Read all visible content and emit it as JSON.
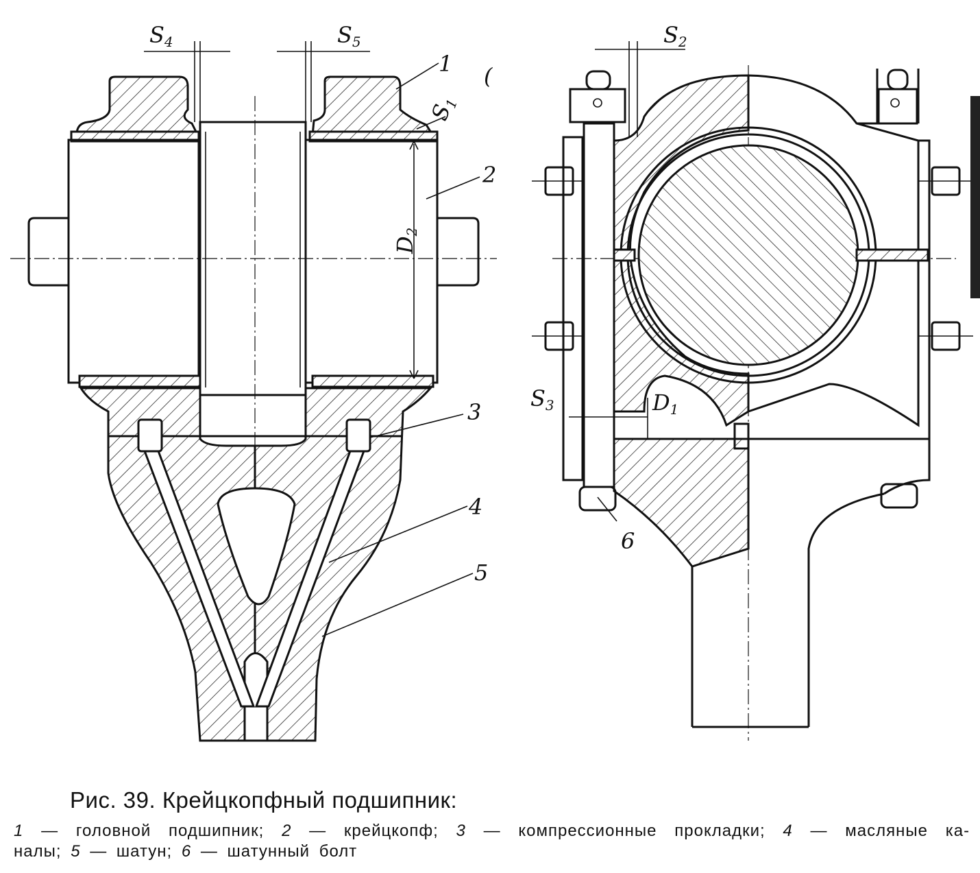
{
  "figure": {
    "caption_title": "Рис. 39. Крейцкопфный подшипник:",
    "legend_line1": [
      {
        "num": "1",
        "text": " — головной подшипник;"
      },
      {
        "num": "2",
        "text": " — крейцкопф;"
      },
      {
        "num": "3",
        "text": " — компрессионные прокладки;"
      },
      {
        "num": "4",
        "text": " — масляные ка-"
      }
    ],
    "legend_line2": [
      {
        "num": "",
        "text": "налы;"
      },
      {
        "num": "5",
        "text": " — шатун;"
      },
      {
        "num": "6",
        "text": " — шатунный болт"
      }
    ]
  },
  "diagram_labels": {
    "s4": {
      "main": "S",
      "sub": "4"
    },
    "s5": {
      "main": "S",
      "sub": "5"
    },
    "s1": {
      "main": "S",
      "sub": "1"
    },
    "s2": {
      "main": "S",
      "sub": "2"
    },
    "s3": {
      "main": "S",
      "sub": "3"
    },
    "d1": {
      "main": "D",
      "sub": "1"
    },
    "d2": {
      "main": "D",
      "sub": "2"
    },
    "callout_1": "1",
    "callout_2": "2",
    "callout_3": "3",
    "callout_4": "4",
    "callout_5": "5",
    "callout_6": "6",
    "stray_mark": "("
  }
}
